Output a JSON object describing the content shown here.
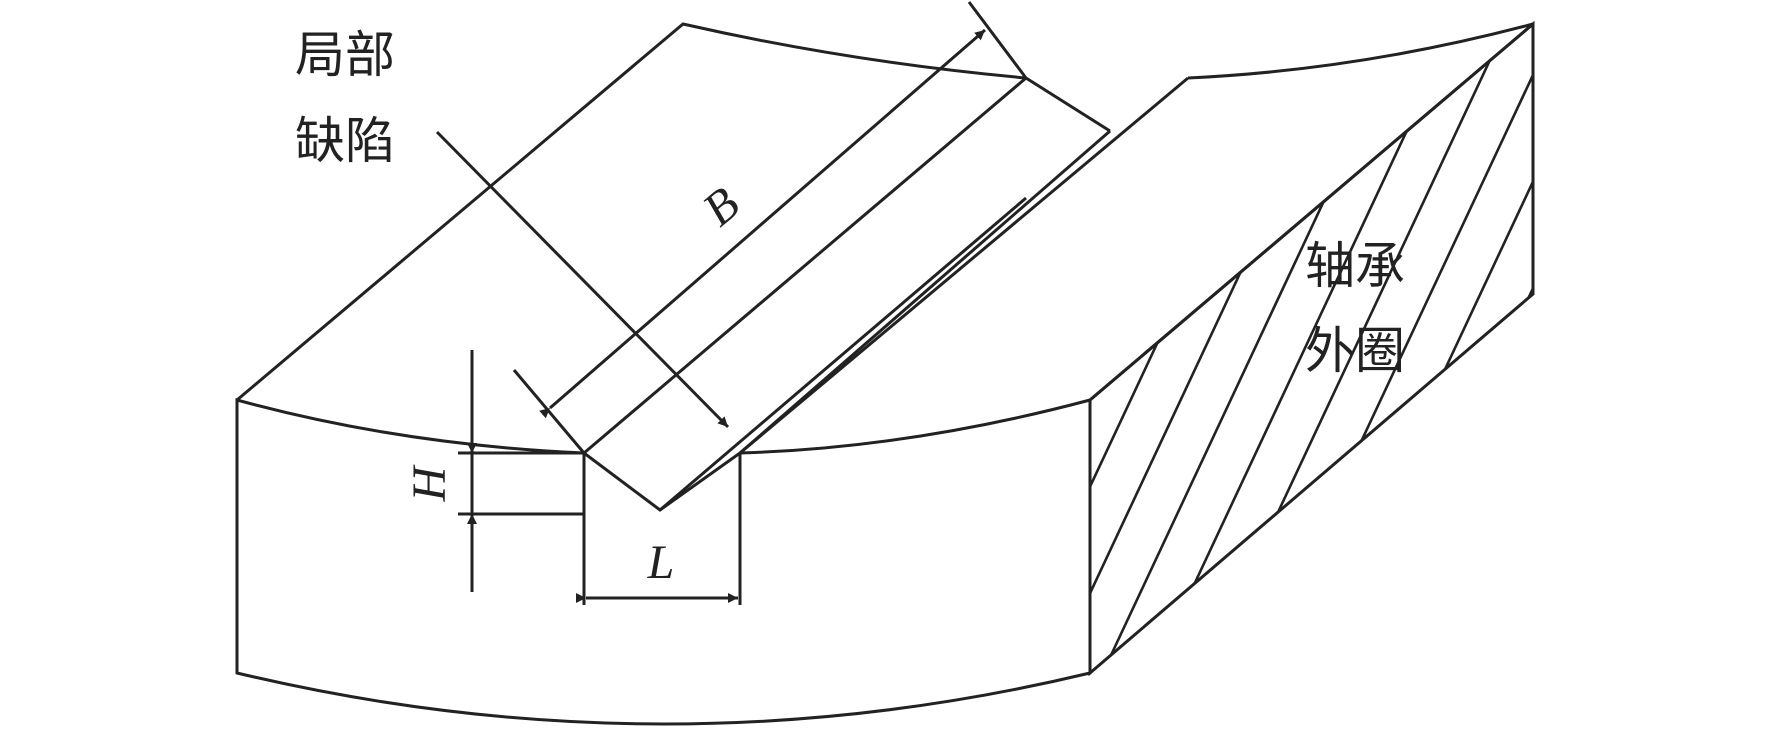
{
  "labels": {
    "local_defect_line1": "局部",
    "local_defect_line2": "缺陷",
    "outer_ring_line1": "轴承",
    "outer_ring_line2": "外圈",
    "dim_B": "B",
    "dim_H": "H",
    "dim_L": "L"
  },
  "colors": {
    "stroke": "#222222",
    "background": "#ffffff"
  }
}
